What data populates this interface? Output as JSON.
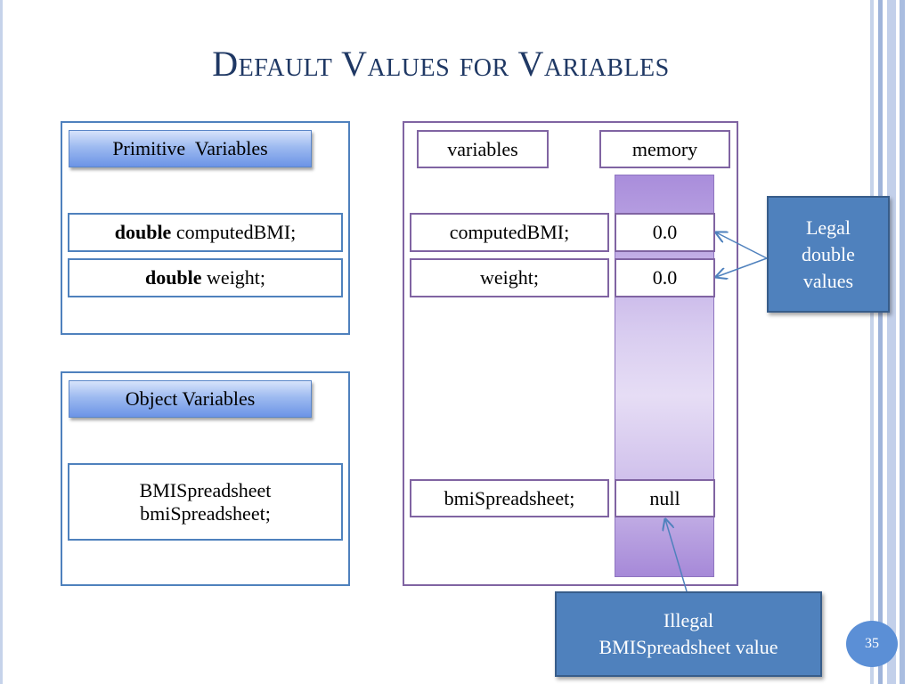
{
  "slide": {
    "title": "Default Values for Variables",
    "page_number": "35"
  },
  "primitive_panel": {
    "tag": "Primitive  Variables",
    "decl_1_type": "double",
    "decl_1_name": " computedBMI;",
    "decl_2_type": "double",
    "decl_2_name": " weight;"
  },
  "object_panel": {
    "tag": "Object Variables",
    "decl_line_1": "BMISpreadsheet",
    "decl_line_2": "bmiSpreadsheet;"
  },
  "memory_panel": {
    "variables_header": "variables",
    "memory_header": "memory",
    "rows": [
      {
        "variable": "computedBMI;",
        "value": "0.0"
      },
      {
        "variable": "weight;",
        "value": "0.0"
      },
      {
        "variable": "bmiSpreadsheet;",
        "value": "null"
      }
    ]
  },
  "callouts": {
    "legal_line_1": "Legal",
    "legal_line_2": "double",
    "legal_line_3": "values",
    "illegal_line_1": "Illegal",
    "illegal_line_2": "BMISpreadsheet value"
  },
  "colors": {
    "title": "#1f3864",
    "blue_border": "#4f81bd",
    "purple_border": "#8064a2",
    "callout_fill": "#4f81bd"
  }
}
